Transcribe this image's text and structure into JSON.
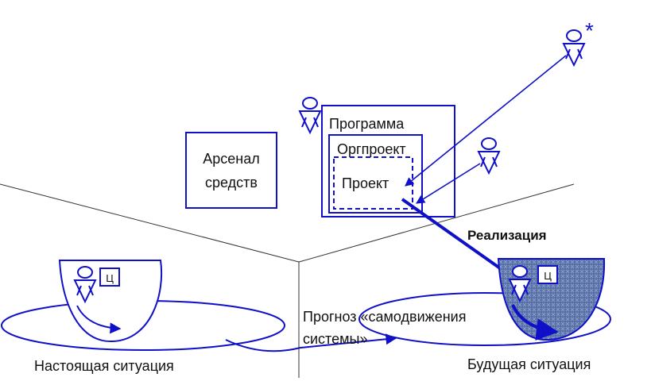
{
  "diagram": {
    "arsenal_line1": "Арсенал",
    "arsenal_line2": "средств",
    "programma": "Программа",
    "orgproekt": "Оргпроект",
    "proekt": "Проект",
    "realizatsiya": "Реализация",
    "prognoz_line1": "Прогноз «самодвижения",
    "prognoz_line2": "системы»",
    "present_situation": "Настоящая ситуация",
    "future_situation": "Будущая ситуация",
    "goal_label_present": "Ц",
    "goal_label_future": "Ц",
    "asterisk": "*"
  },
  "colors": {
    "accent": "#1010c8",
    "line": "#333333",
    "text": "#111111",
    "texture_fill": "#5a72a8"
  }
}
